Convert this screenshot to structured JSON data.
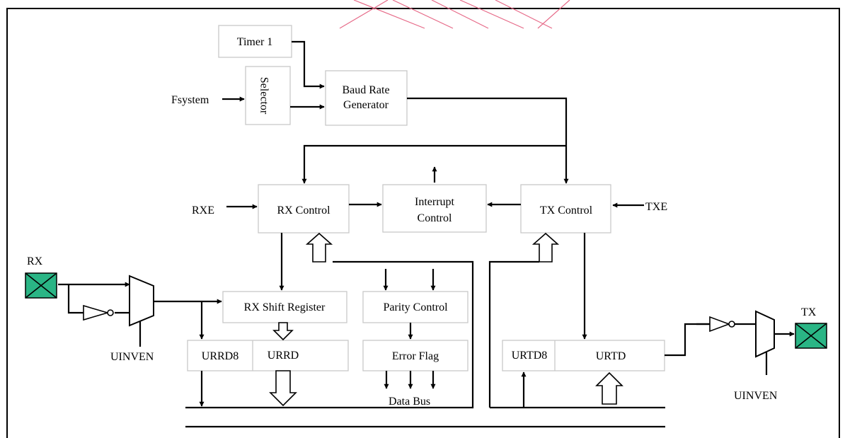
{
  "blocks": {
    "timer1": "Timer 1",
    "selector": "Selector",
    "baud_line1": "Baud Rate",
    "baud_line2": "Generator",
    "rx_control": "RX Control",
    "interrupt_line1": "Interrupt",
    "interrupt_line2": "Control",
    "tx_control": "TX Control",
    "rx_shift_register": "RX Shift Register",
    "parity_control": "Parity Control",
    "error_flag": "Error Flag",
    "urrd8": "URRD8",
    "urrd": "URRD",
    "urtd8": "URTD8",
    "urtd": "URTD"
  },
  "signals": {
    "fsystem": "Fsystem",
    "rxe": "RXE",
    "txe": "TXE",
    "rx_pin": "RX",
    "tx_pin": "TX",
    "uinven_left": "UINVEN",
    "uinven_right": "UINVEN",
    "data_bus": "Data Bus"
  },
  "colors": {
    "pin_fill": "#2ab585",
    "block_border": "#c8c8c8",
    "watermark": "#e66a88"
  }
}
